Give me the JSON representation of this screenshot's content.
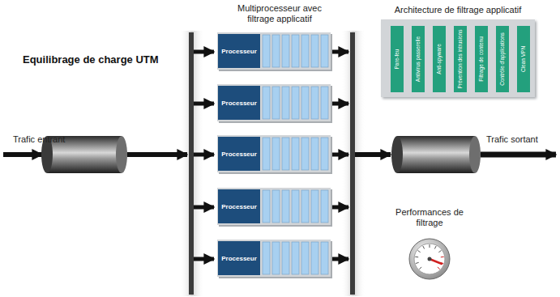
{
  "diagram": {
    "title": "Equilibrage de charge UTM",
    "nodes": [
      {
        "text": [
          "Processeur"
        ]
      },
      {
        "text": [
          "Processeur"
        ]
      },
      {
        "text": [
          "Processeur"
        ]
      },
      {
        "text": [
          "Processeur"
        ]
      },
      {
        "text": [
          "Processeur"
        ]
      },
      {
        "text": [
          "Architecture de filtrage applicatif"
        ]
      },
      {
        "text": [
          "Pare-feu"
        ],
        "in": 5
      },
      {
        "text": [
          "Antivirus passerelle"
        ],
        "in": 5
      },
      {
        "text": [
          "Anti-spyware"
        ],
        "in": 5
      },
      {
        "text": [
          "Prévention des intrusions"
        ],
        "in": 5
      },
      {
        "text": [
          "Filtrage de contenu"
        ],
        "in": 5
      },
      {
        "text": [
          "Contrôle d'applications"
        ],
        "in": 5
      },
      {
        "text": [
          "Clean VPN"
        ],
        "in": 5
      }
    ],
    "labels": [
      "Trafic entrant",
      "Multiprocesseur avec filtrage applicatif",
      "Trafic sortant",
      "Performances de filtrage"
    ]
  }
}
